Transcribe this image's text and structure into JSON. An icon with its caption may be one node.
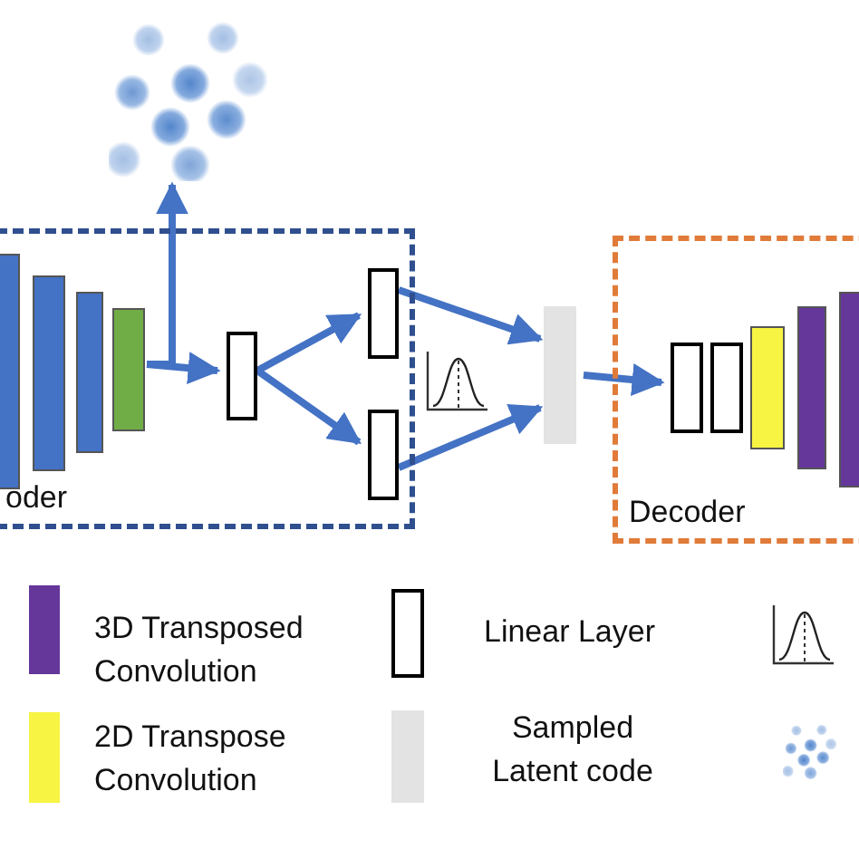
{
  "diagram": {
    "nodes": [
      {
        "text": [],
        "shape": "picture"
      },
      {
        "text": [
          "oder"
        ]
      },
      {
        "text": [],
        "shape": "bar",
        "in": 1
      },
      {
        "text": [],
        "shape": "bar",
        "in": 1
      },
      {
        "text": [],
        "shape": "bar",
        "in": 1
      },
      {
        "text": [],
        "shape": "bar",
        "in": 1
      },
      {
        "text": [],
        "shape": "box",
        "in": 1
      },
      {
        "text": [],
        "shape": "box",
        "in": 1
      },
      {
        "text": [],
        "shape": "box",
        "in": 1
      },
      {
        "text": [],
        "shape": "bar"
      },
      {
        "text": [
          "Decoder"
        ]
      },
      {
        "text": [],
        "shape": "box",
        "in": 10
      },
      {
        "text": [],
        "shape": "box",
        "in": 10
      },
      {
        "text": [],
        "shape": "bar",
        "in": 10
      },
      {
        "text": [],
        "shape": "bar",
        "in": 10
      },
      {
        "text": [],
        "shape": "bar",
        "in": 10
      }
    ],
    "edges": [
      {
        "from": 5,
        "to": 0,
        "arrow": "to"
      },
      {
        "from": 5,
        "to": 6,
        "arrow": "to"
      },
      {
        "from": 6,
        "to": 7,
        "arrow": "to"
      },
      {
        "from": 6,
        "to": 8,
        "arrow": "to"
      },
      {
        "from": 7,
        "to": 9,
        "arrow": "to"
      },
      {
        "from": 8,
        "to": 9,
        "arrow": "to"
      },
      {
        "from": 9,
        "to": 11,
        "arrow": "to"
      }
    ],
    "legend": [
      {
        "text": "3D Transposed Convolution",
        "color": "#65379a"
      },
      {
        "text": "2D Transpose Convolution",
        "color": "#f7f444"
      },
      {
        "text": "Linear Layer"
      },
      {
        "text": "Sampled Latent code",
        "color": "#e3e3e3"
      }
    ]
  }
}
